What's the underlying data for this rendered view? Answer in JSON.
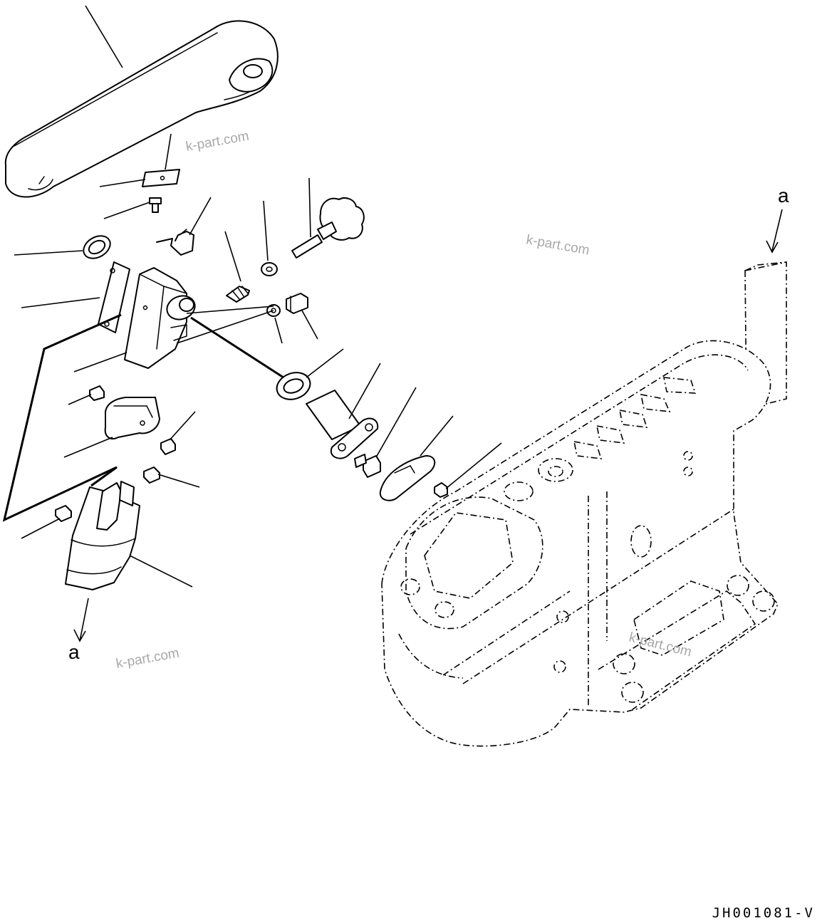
{
  "callouts": {
    "top_right": "a",
    "bottom_left": "a"
  },
  "watermarks": [
    "k-part.com",
    "k-part.com",
    "k-part.com",
    "k-part.com"
  ],
  "drawing_code": "JH001081-V"
}
